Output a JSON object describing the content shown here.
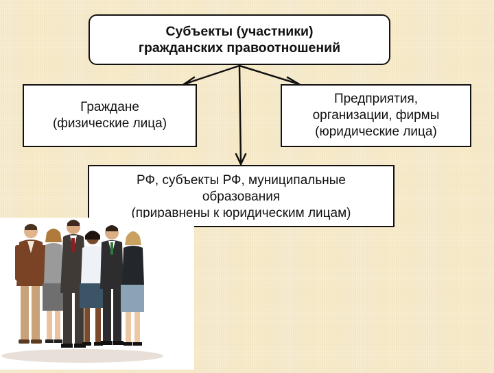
{
  "title": {
    "line1": "Субъекты (участники)",
    "line2": "гражданских правоотношений"
  },
  "nodes": {
    "citizens": {
      "line1": "Граждане",
      "line2": "(физические лица)"
    },
    "enterprises": {
      "line1": "Предприятия,",
      "line2": "организации, фирмы",
      "line3": "(юридические лица)"
    },
    "state": {
      "line1": "РФ, субъекты РФ, муниципальные",
      "line2": "образования",
      "line3": "(приравнены к юридическим лицам)"
    }
  },
  "illustration": {
    "icon": "business-people-group-illustration"
  },
  "colors": {
    "background": "#f4e6c3",
    "box_fill": "#ffffff",
    "border": "#111111"
  }
}
